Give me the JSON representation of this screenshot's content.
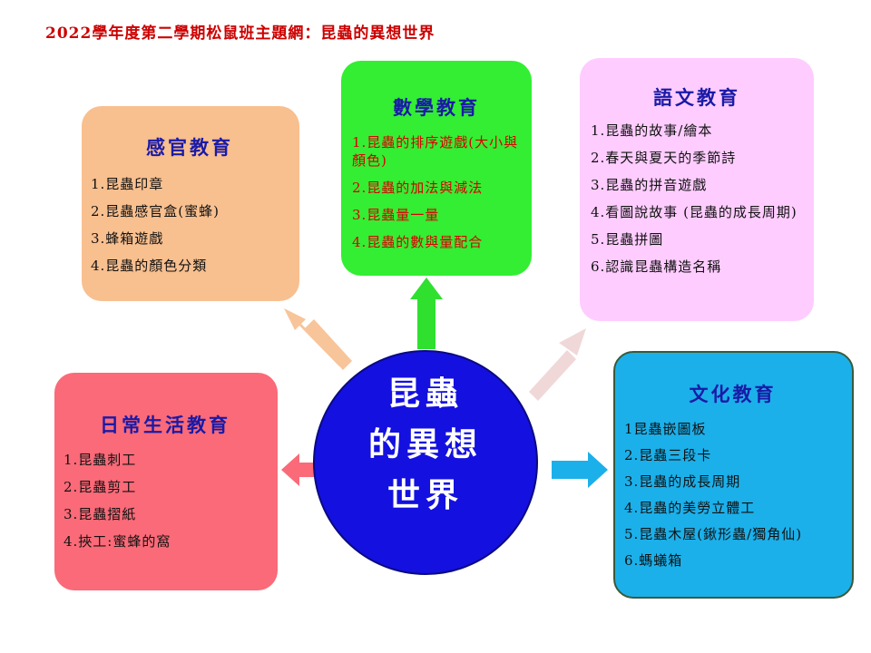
{
  "title": "2022學年度第二學期松鼠班主題網：昆蟲的異想世界",
  "center": {
    "lines": [
      "昆蟲",
      "的異想",
      "世界"
    ]
  },
  "boxes": {
    "sense": {
      "heading": "感官教育",
      "items": [
        "1.昆蟲印章",
        "2.昆蟲感官盒(蜜蜂)",
        "3.蜂箱遊戲",
        "4.昆蟲的顏色分類"
      ]
    },
    "math": {
      "heading": "數學教育",
      "items": [
        "1.昆蟲的排序遊戲(大小與顏色)",
        "2.昆蟲的加法與減法",
        "3.昆蟲量一量",
        "4.昆蟲的數與量配合"
      ]
    },
    "lang": {
      "heading": "語文教育",
      "items": [
        "1.昆蟲的故事/繪本",
        "2.春天與夏天的季節詩",
        "3.昆蟲的拼音遊戲",
        "4.看圖說故事 (昆蟲的成長周期)",
        "5.昆蟲拼圖",
        "6.認識昆蟲構造名稱"
      ]
    },
    "daily": {
      "heading": "日常生活教育",
      "items": [
        "1.昆蟲刺工",
        "2.昆蟲剪工",
        "3.昆蟲摺紙",
        "4.挾工:蜜蜂的窩"
      ]
    },
    "culture": {
      "heading": "文化教育",
      "items": [
        "1昆蟲嵌圖板",
        "2.昆蟲三段卡",
        "3.昆蟲的成長周期",
        "4.昆蟲的美勞立體工",
        "5.昆蟲木屋(鍬形蟲/獨角仙)",
        "6.螞蟻箱"
      ]
    }
  },
  "colors": {
    "title": "#cc0000",
    "heading": "#1a1aa6",
    "sense": "#f8bf8f",
    "math": "#33ee33",
    "math_text": "#d80000",
    "lang": "#ffccff",
    "daily": "#fa6a78",
    "culture": "#1bb0ea",
    "center": "#1410e0"
  }
}
